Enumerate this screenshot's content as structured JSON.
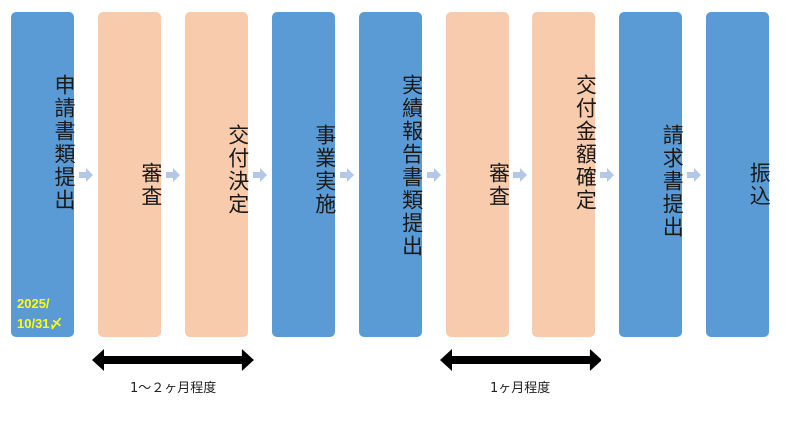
{
  "colors": {
    "submission_step": "#5b9bd5",
    "review_step": "#f8cbad",
    "deadline_text": "#ffff00",
    "connector": "#b4c7e7",
    "span_arrow": "#000000"
  },
  "steps": [
    {
      "label": "申請書類提出",
      "kind": "blue",
      "deadline": "2025/\n10/31〆"
    },
    {
      "label": "審査",
      "kind": "peach"
    },
    {
      "label": "交付決定",
      "kind": "peach"
    },
    {
      "label": "事業実施",
      "kind": "blue"
    },
    {
      "label": "実績報告書類提出",
      "kind": "blue"
    },
    {
      "label": "審査",
      "kind": "peach"
    },
    {
      "label": "交付金額確定",
      "kind": "peach"
    },
    {
      "label": "請求書提出",
      "kind": "blue"
    },
    {
      "label": "振込",
      "kind": "blue"
    }
  ],
  "durations": [
    {
      "label": "1～２ヶ月程度",
      "from_step": 1,
      "to_step": 2
    },
    {
      "label": "1ヶ月程度",
      "from_step": 5,
      "to_step": 6
    }
  ]
}
